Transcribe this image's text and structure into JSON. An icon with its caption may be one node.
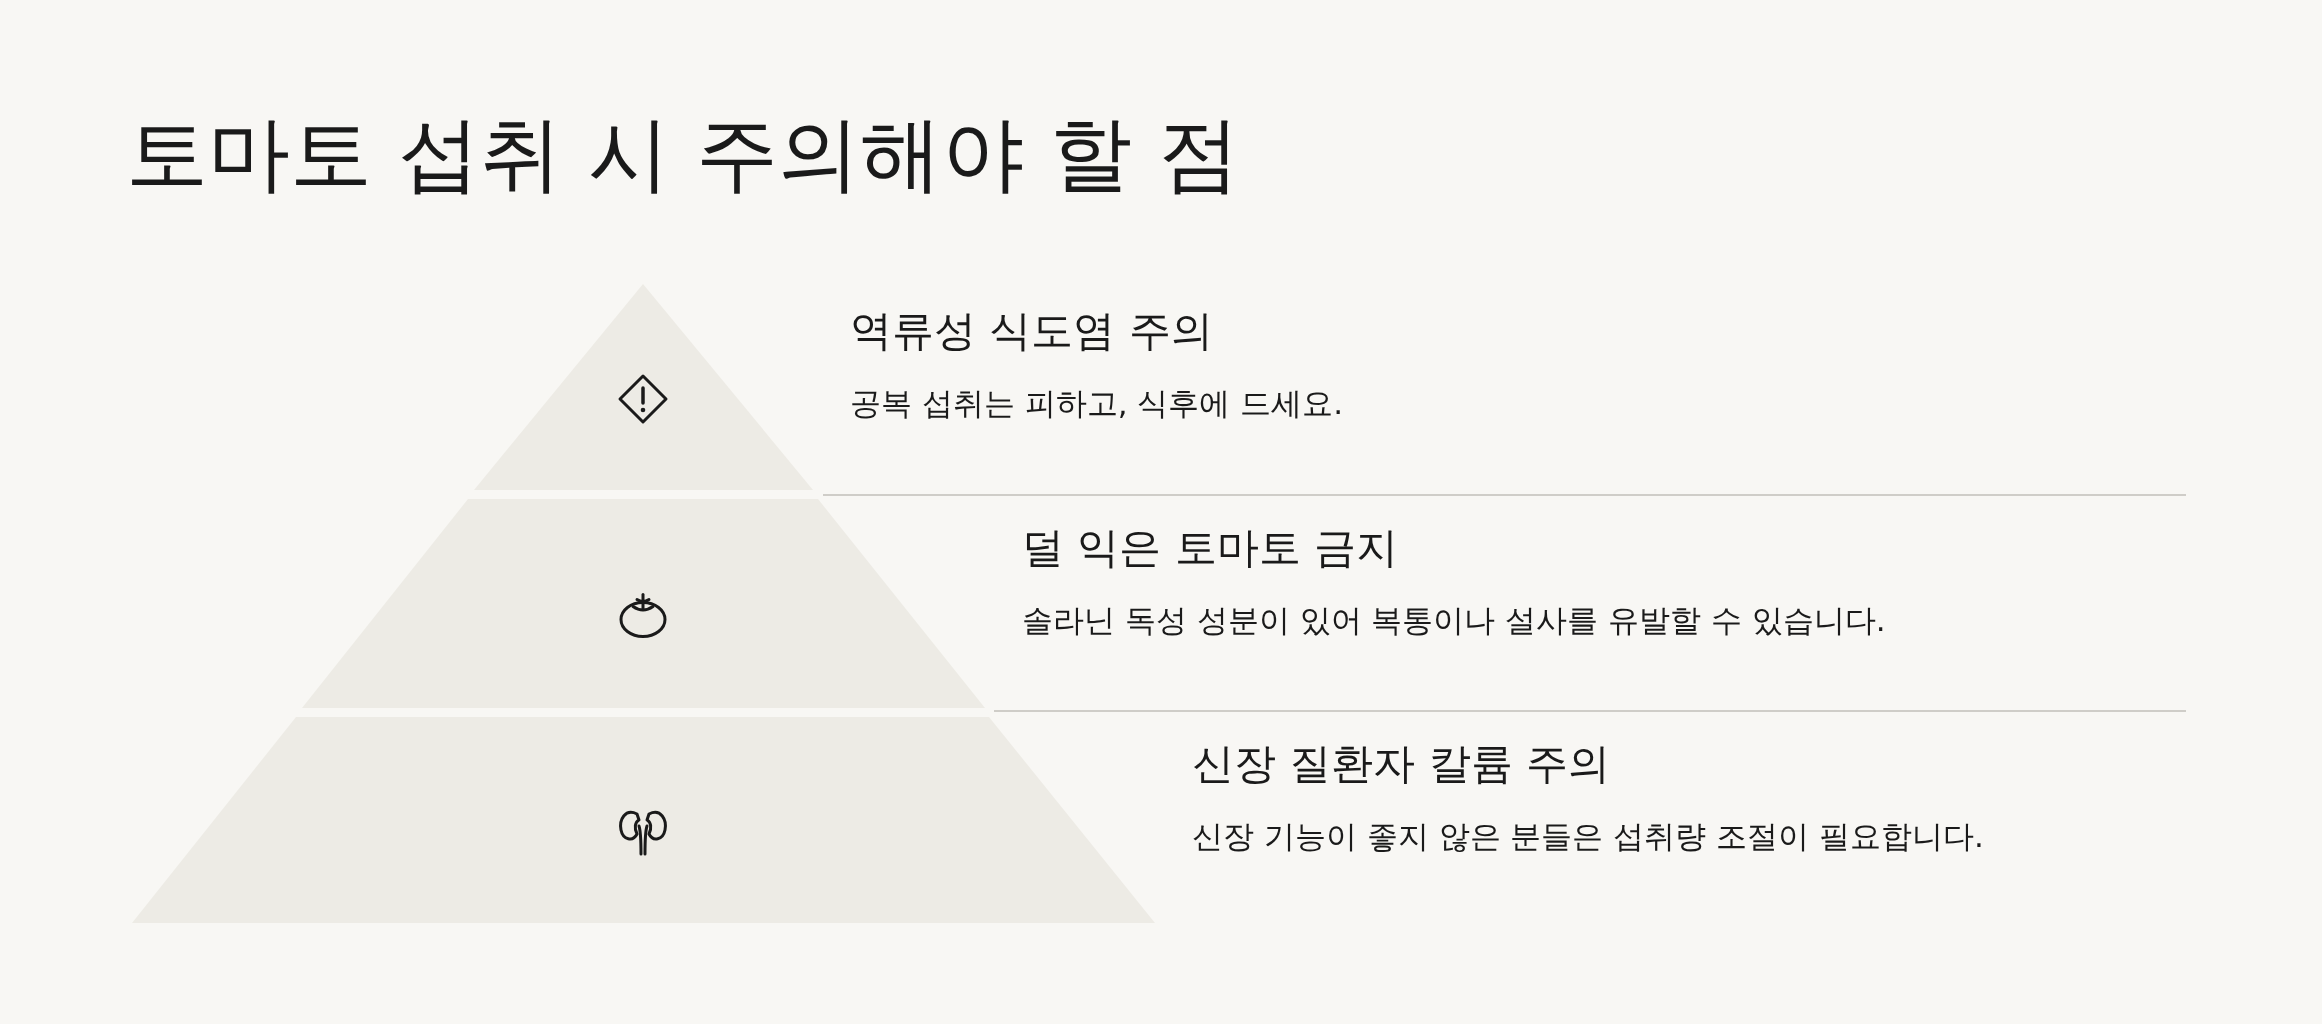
{
  "diagram": {
    "title": "토마토 섭취 시 주의해야 할 점",
    "nodes": [
      {
        "text": [
          "역류성 식도염 주의",
          "공복 섭취는 피하고, 식후에 드세요."
        ]
      },
      {
        "text": [
          "덜 익은 토마토 금지",
          "솔라닌 독성 성분이 있어 복통이나 설사를 유발할 수 있습니다."
        ]
      },
      {
        "text": [
          "신장 질환자 칼륨 주의",
          "신장 기능이 좋지 않은 분들은 섭취량 조절이 필요합니다."
        ]
      }
    ]
  }
}
